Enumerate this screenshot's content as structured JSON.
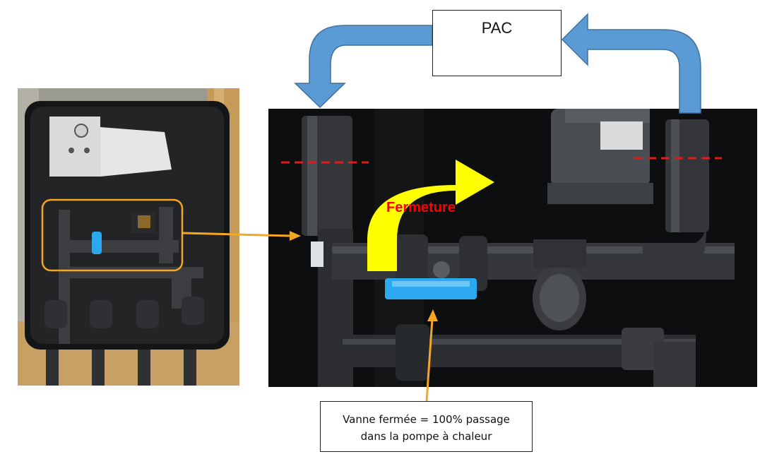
{
  "pac_box": {
    "label": "PAC"
  },
  "annotation": {
    "closing_label": "Fermeture"
  },
  "caption": {
    "line1": "Vanne fermée = 100% passage",
    "line2": "dans la pompe à chaleur"
  },
  "colors": {
    "flow_arrow": "#5B9BD5",
    "flow_arrow_edge": "#41719C",
    "heat_waves": "#E8404A",
    "closing_arrow": "#FFFF00",
    "closing_text": "#FF0000",
    "pointer": "#F5A623",
    "cut_line": "#E01B1B",
    "valve_handle": "#2BA8F0"
  }
}
